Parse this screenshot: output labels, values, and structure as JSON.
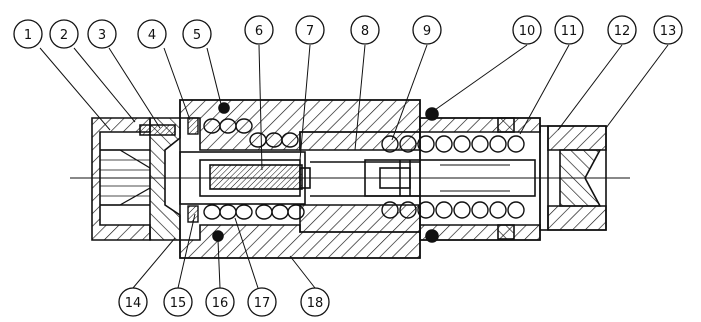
{
  "colors": {
    "ink": "#111111",
    "paper": "#ffffff"
  },
  "callouts": [
    {
      "label": "1"
    },
    {
      "label": "2"
    },
    {
      "label": "3"
    },
    {
      "label": "4"
    },
    {
      "label": "5"
    },
    {
      "label": "6"
    },
    {
      "label": "7"
    },
    {
      "label": "8"
    },
    {
      "label": "9"
    },
    {
      "label": "10"
    },
    {
      "label": "11"
    },
    {
      "label": "12"
    },
    {
      "label": "13"
    },
    {
      "label": "14"
    },
    {
      "label": "15"
    },
    {
      "label": "16"
    },
    {
      "label": "17"
    },
    {
      "label": "18"
    }
  ]
}
